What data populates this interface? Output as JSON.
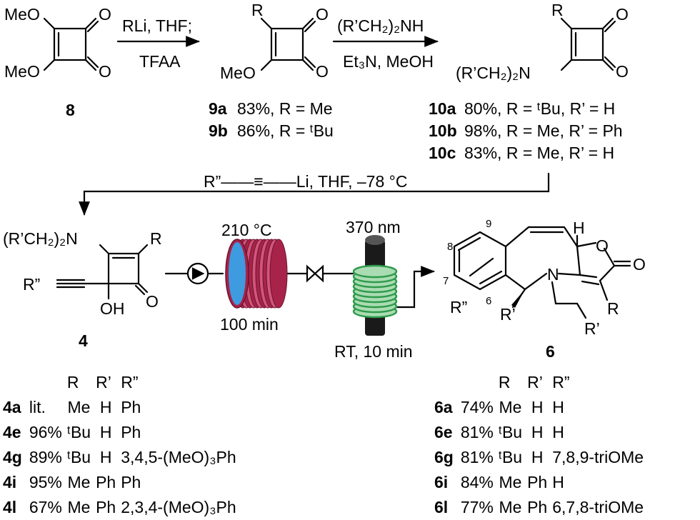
{
  "structures": {
    "c8": {
      "ome_top": "MeO",
      "ome_bottom": "MeO",
      "o_top": "O",
      "o_bottom": "O",
      "label": "8"
    },
    "c9": {
      "r": "R",
      "ome": "MeO",
      "o_top": "O",
      "o_bottom": "O"
    },
    "c10": {
      "r": "R",
      "amine": "(R’CH₂)₂N",
      "o_top": "O",
      "o_bottom": "O"
    },
    "c4": {
      "amine": "(R’CH₂)₂N",
      "r": "R",
      "r2": "R”",
      "oh": "OH",
      "o": "O",
      "label": "4"
    },
    "c6": {
      "h": "H",
      "o_ring": "O",
      "o_carbonyl": "O",
      "n": "N",
      "r": "R",
      "r1a": "R’",
      "r1b": "R’",
      "r2": "R”",
      "pos9": "9",
      "pos8": "8",
      "pos7": "7",
      "pos6": "6",
      "label": "6"
    }
  },
  "steps": {
    "s1": {
      "line1": "RLi, THF;",
      "line2": "TFAA"
    },
    "s2": {
      "line1": "(R’CH₂)₂NH",
      "line2": "Et₃N, MeOH"
    },
    "s3": {
      "text": "R”——≡——Li, THF, –78 °C"
    },
    "thermal": {
      "temp": "210 °C",
      "time": "100 min"
    },
    "photo": {
      "wavelength": "370 nm",
      "cond": "RT, 10 min"
    }
  },
  "yields9": [
    {
      "id": "9a",
      "text": "83%, R = Me"
    },
    {
      "id": "9b",
      "text": "86%, R = ᵗBu"
    }
  ],
  "yields10": [
    {
      "id": "10a",
      "text": "80%, R = ᵗBu, R’ = H"
    },
    {
      "id": "10b",
      "text": "98%, R = Me, R’ = Ph"
    },
    {
      "id": "10c",
      "text": "83%, R = Me, R’ = H"
    }
  ],
  "table4": {
    "headers": [
      "R",
      "R’",
      "R”"
    ],
    "rows": [
      {
        "id": "4a",
        "yield": "lit.",
        "r": "Me",
        "r1": "H",
        "r2": "Ph"
      },
      {
        "id": "4e",
        "yield": "96%",
        "r": "ᵗBu",
        "r1": "H",
        "r2": "Ph"
      },
      {
        "id": "4g",
        "yield": "89%",
        "r": "ᵗBu",
        "r1": "H",
        "r2": "3,4,5-(MeO)₃Ph"
      },
      {
        "id": "4i",
        "yield": "95%",
        "r": "Me",
        "r1": "Ph",
        "r2": "Ph"
      },
      {
        "id": "4l",
        "yield": "67%",
        "r": "Me",
        "r1": "Ph",
        "r2": "2,3,4-(MeO)₃Ph"
      }
    ]
  },
  "table6": {
    "headers": [
      "R",
      "R’",
      "R”"
    ],
    "rows": [
      {
        "id": "6a",
        "yield": "74%",
        "r": "Me",
        "r1": "H",
        "r2": "H"
      },
      {
        "id": "6e",
        "yield": "81%",
        "r": "ᵗBu",
        "r1": "H",
        "r2": "H"
      },
      {
        "id": "6g",
        "yield": "81%",
        "r": "ᵗBu",
        "r1": "H",
        "r2": "7,8,9-triOMe"
      },
      {
        "id": "6i",
        "yield": "84%",
        "r": "Me",
        "r1": "Ph",
        "r2": "H"
      },
      {
        "id": "6l",
        "yield": "77%",
        "r": "Me",
        "r1": "Ph",
        "r2": "6,7,8-triOMe"
      }
    ]
  },
  "colors": {
    "coil_heat": "#a8234a",
    "coil_heat_light": "#d2557a",
    "core": "#3f9be0",
    "coil_photo": "#2f9a4a",
    "coil_photo_light": "#a9dcb2",
    "lamp": "#1a1a1a"
  }
}
